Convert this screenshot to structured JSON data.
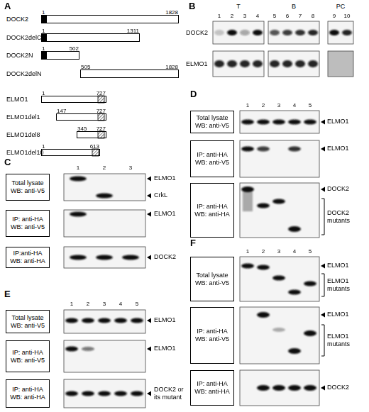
{
  "diagram": {
    "nodes": [
      {
        "text": [
          "DOCK2",
          "1",
          "1828"
        ]
      },
      {
        "text": [
          "DOCK2delC",
          "1",
          "1311"
        ]
      },
      {
        "text": [
          "DOCK2N",
          "1",
          "502"
        ]
      },
      {
        "text": [
          "DOCK2delN",
          "505",
          "1828"
        ]
      },
      {
        "text": [
          "ELMO1",
          "1",
          "727"
        ]
      },
      {
        "text": [
          "ELMO1del1",
          "147",
          "727"
        ]
      },
      {
        "text": [
          "ELMO1del8",
          "345",
          "727"
        ]
      },
      {
        "text": [
          "ELMO1del10",
          "1",
          "613"
        ]
      },
      {
        "text": [
          "Total lysate WB: anti-V5"
        ]
      },
      {
        "text": [
          "IP: anti-HA WB: anti-V5"
        ]
      },
      {
        "text": [
          "IP:anti-HA WB: anti-HA"
        ]
      },
      {
        "text": [
          "Total lysate WB: anti-V5"
        ]
      },
      {
        "text": [
          "IP: anti-HA WB: anti-V5"
        ]
      },
      {
        "text": [
          "IP: anti-HA WB: anti-HA"
        ]
      },
      {
        "text": [
          "Total lysate WB: anti-V5"
        ]
      },
      {
        "text": [
          "IP: anti-HA WB: anti-V5"
        ]
      },
      {
        "text": [
          "IP: anti-HA WB: anti-HA"
        ]
      },
      {
        "text": [
          "Total lysate WB: anti-V5"
        ]
      },
      {
        "text": [
          "IP: anti-HA WB: anti-V5"
        ]
      },
      {
        "text": [
          "IP: anti-HA WB: anti-HA"
        ]
      }
    ],
    "labels": [
      "A",
      "B",
      "T",
      "B",
      "PC",
      "1",
      "2",
      "3",
      "4",
      "5",
      "6",
      "7",
      "8",
      "9",
      "10",
      "DOCK2",
      "ELMO1",
      "C",
      "1",
      "2",
      "3",
      "ELMO1",
      "CrkL",
      "ELMO1",
      "DOCK2",
      "D",
      "1",
      "2",
      "3",
      "4",
      "5",
      "ELMO1",
      "ELMO1",
      "DOCK2",
      "DOCK2 mutants",
      "E",
      "1",
      "2",
      "3",
      "4",
      "5",
      "ELMO1",
      "ELMO1",
      "DOCK2 or its mutant",
      "F",
      "1",
      "2",
      "3",
      "4",
      "5",
      "ELMO1",
      "ELMO1 mutants",
      "ELMO1",
      "ELMO1 mutants",
      "DOCK2"
    ]
  }
}
